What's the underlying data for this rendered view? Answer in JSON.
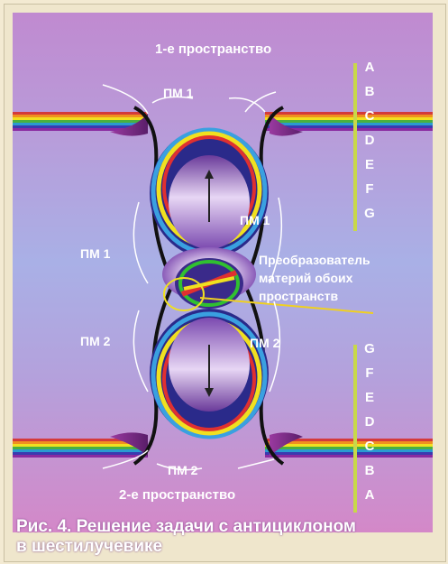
{
  "diagram": {
    "space_top": "1-е пространство",
    "space_bottom": "2-е пространство",
    "pm_labels": [
      "ПМ 1",
      "ПМ 1",
      "ПМ 1",
      "ПМ 2",
      "ПМ 2",
      "ПМ 2"
    ],
    "converter_label": [
      "Преобразователь",
      "материй обоих",
      "пространств"
    ],
    "letters_top": [
      "A",
      "B",
      "C",
      "D",
      "E",
      "F",
      "G"
    ],
    "letters_bottom": [
      "G",
      "F",
      "E",
      "D",
      "C",
      "B",
      "A"
    ],
    "caption": [
      "Рис. 4. Решение задачи с антициклоном",
      "в шестилучевике"
    ]
  },
  "colors": {
    "background_top": "#c08ad0",
    "background_mid": "#a9b0e6",
    "background_bottom": "#d488c8",
    "scale_bar": "#c8d84a",
    "annotation_line": "#f0d020",
    "text": "#ffffff"
  }
}
